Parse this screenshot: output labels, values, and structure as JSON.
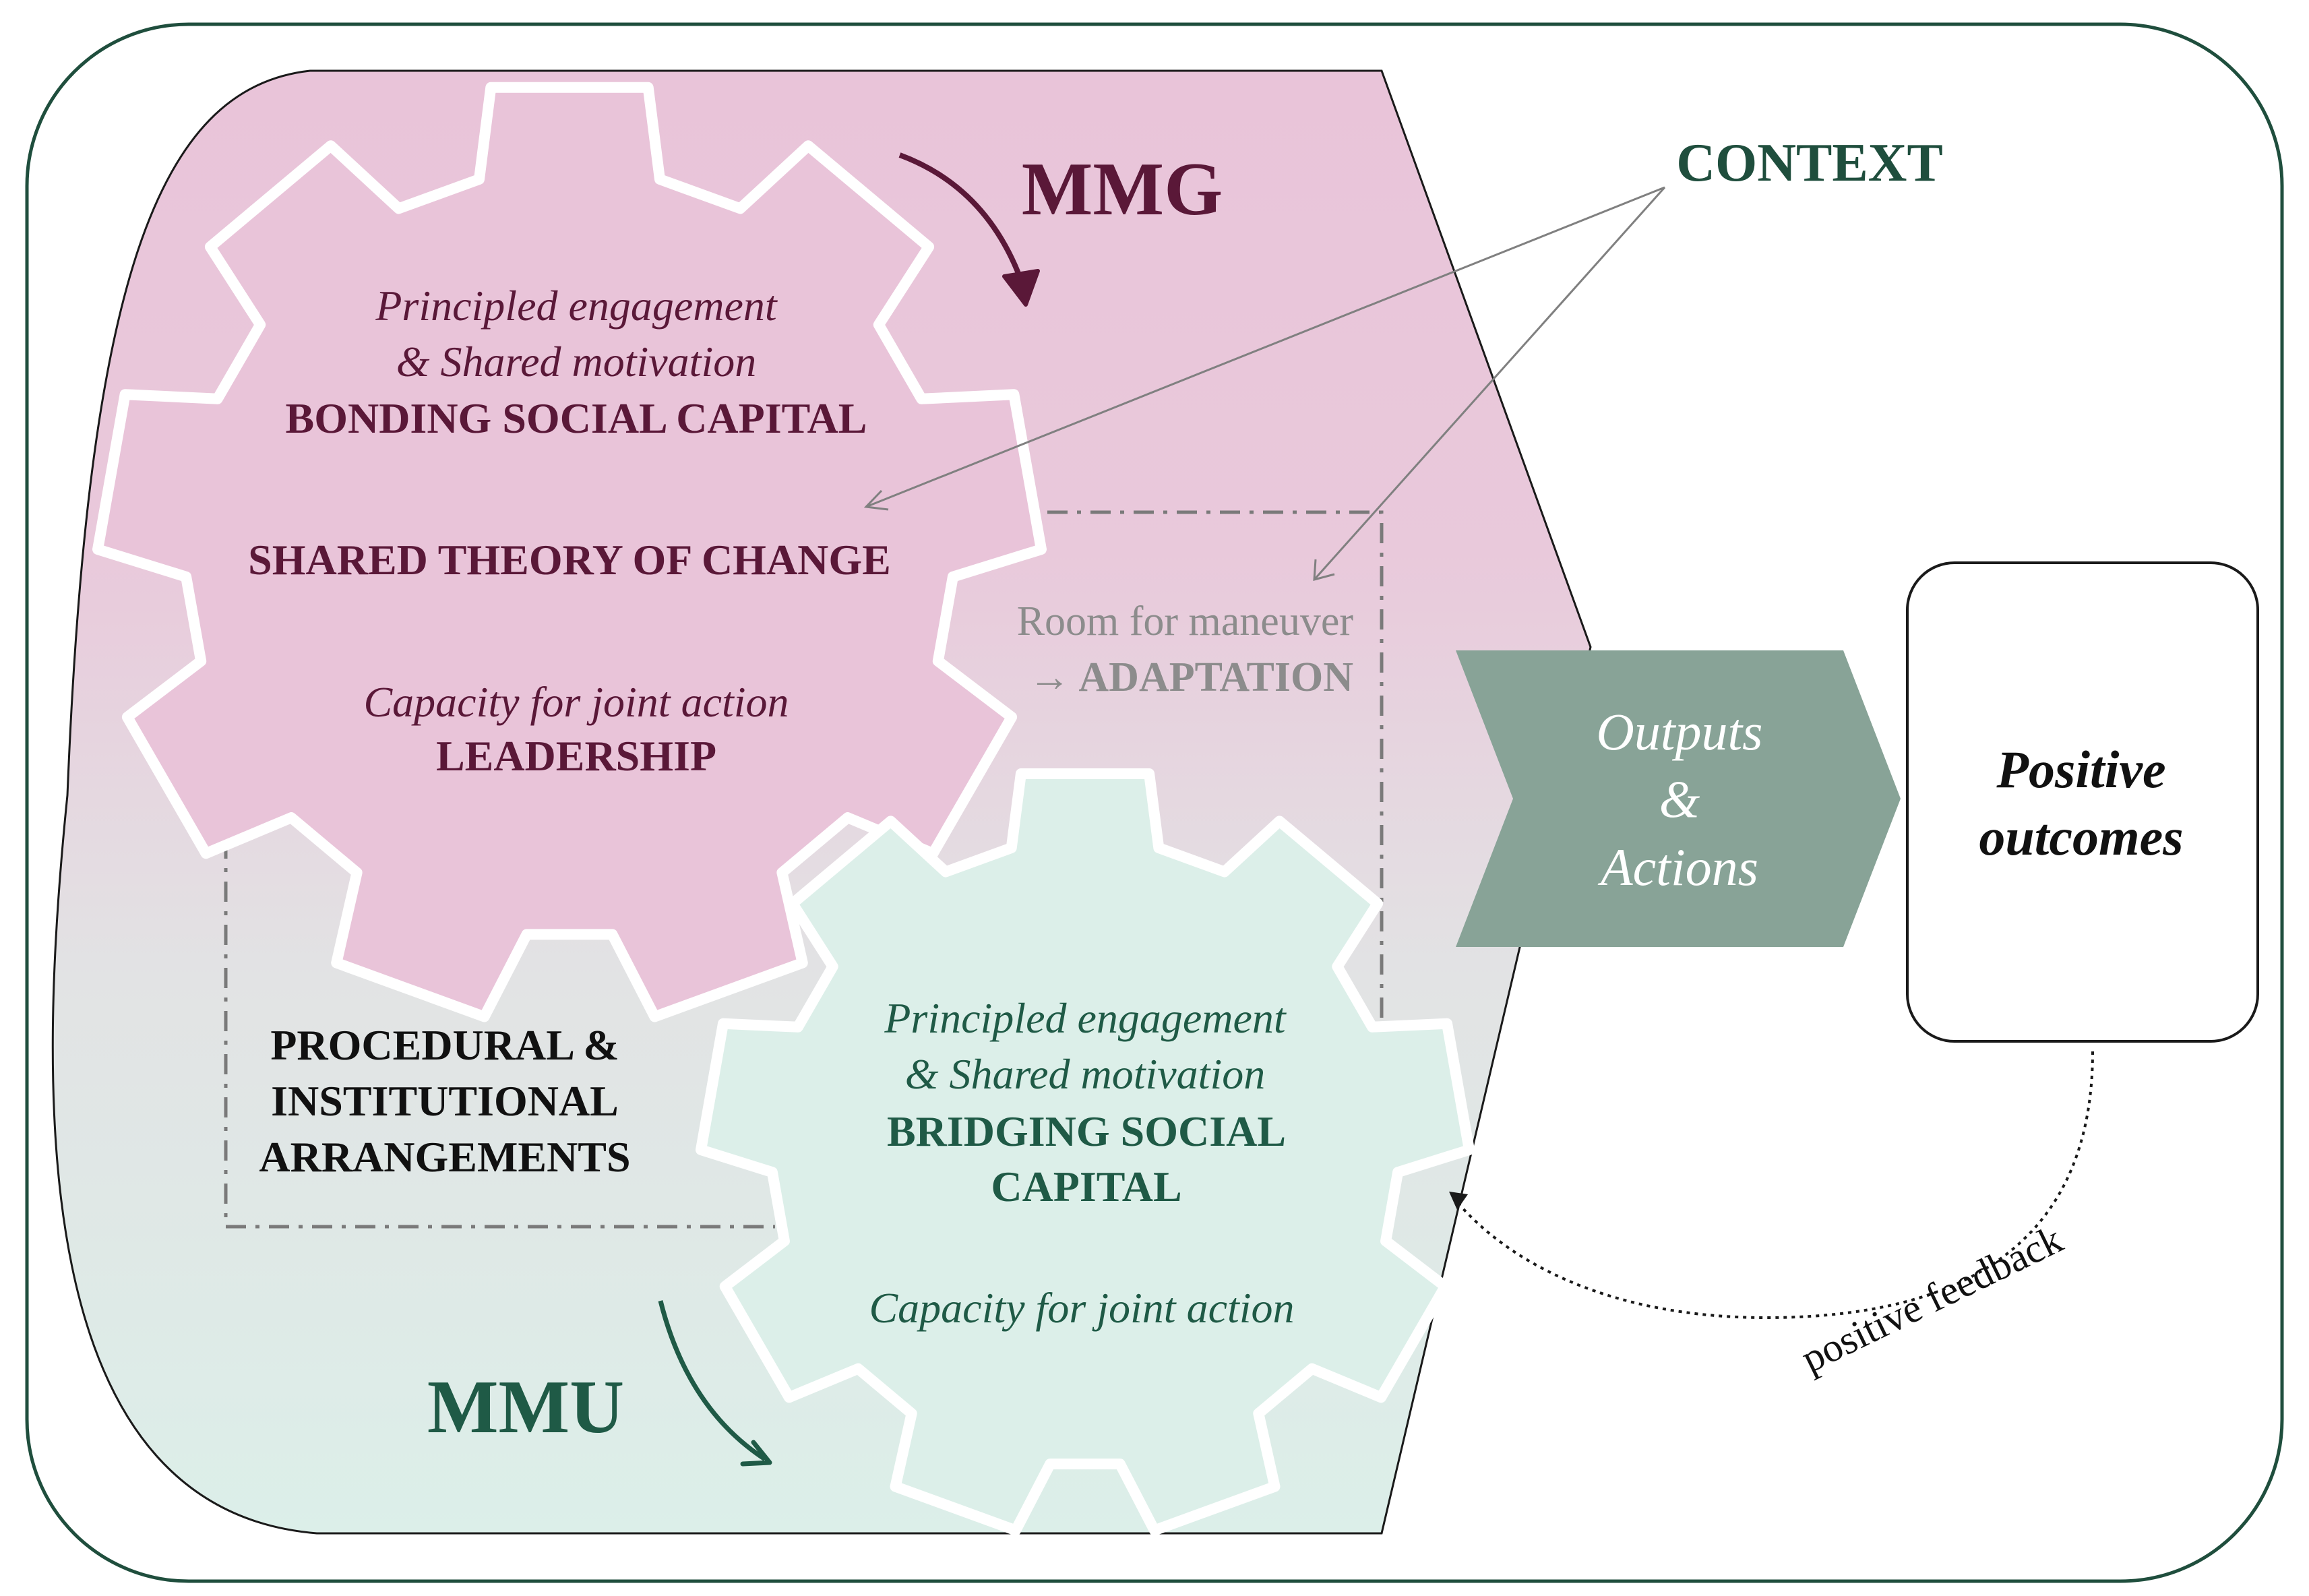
{
  "colors": {
    "frame": "#1f4e3d",
    "pink": "#e9c4d9",
    "mint": "#dcefe9",
    "maroon": "#5a1838",
    "green_dark": "#1f5a46",
    "grey_text": "#8c8c8c",
    "grey_fill": "#88a397",
    "dash": "#7a7a7a"
  },
  "labels": {
    "mmg": "MMG",
    "mmu": "MMU",
    "context": "CONTEXT",
    "pink_gear": {
      "line1": "Principled engagement",
      "line2": "& Shared motivation",
      "line3": "BONDING SOCIAL CAPITAL",
      "line4": "SHARED THEORY OF CHANGE",
      "line5": "Capacity for joint action",
      "line6": "LEADERSHIP"
    },
    "room": {
      "line1": "Room for maneuver",
      "line2": "→ ADAPTATION"
    },
    "procedural": {
      "line1": "PROCEDURAL &",
      "line2": "INSTITUTIONAL",
      "line3": "ARRANGEMENTS"
    },
    "green_gear": {
      "line1": "Principled engagement",
      "line2": "& Shared motivation",
      "line3": "BRIDGING SOCIAL",
      "line4": "CAPITAL",
      "line5": "Capacity for joint action"
    },
    "outputs": {
      "line1": "Outputs",
      "line2": "&",
      "line3": "Actions"
    },
    "outcomes": {
      "line1": "Positive",
      "line2": "outcomes"
    },
    "feedback": "positive feedback"
  }
}
